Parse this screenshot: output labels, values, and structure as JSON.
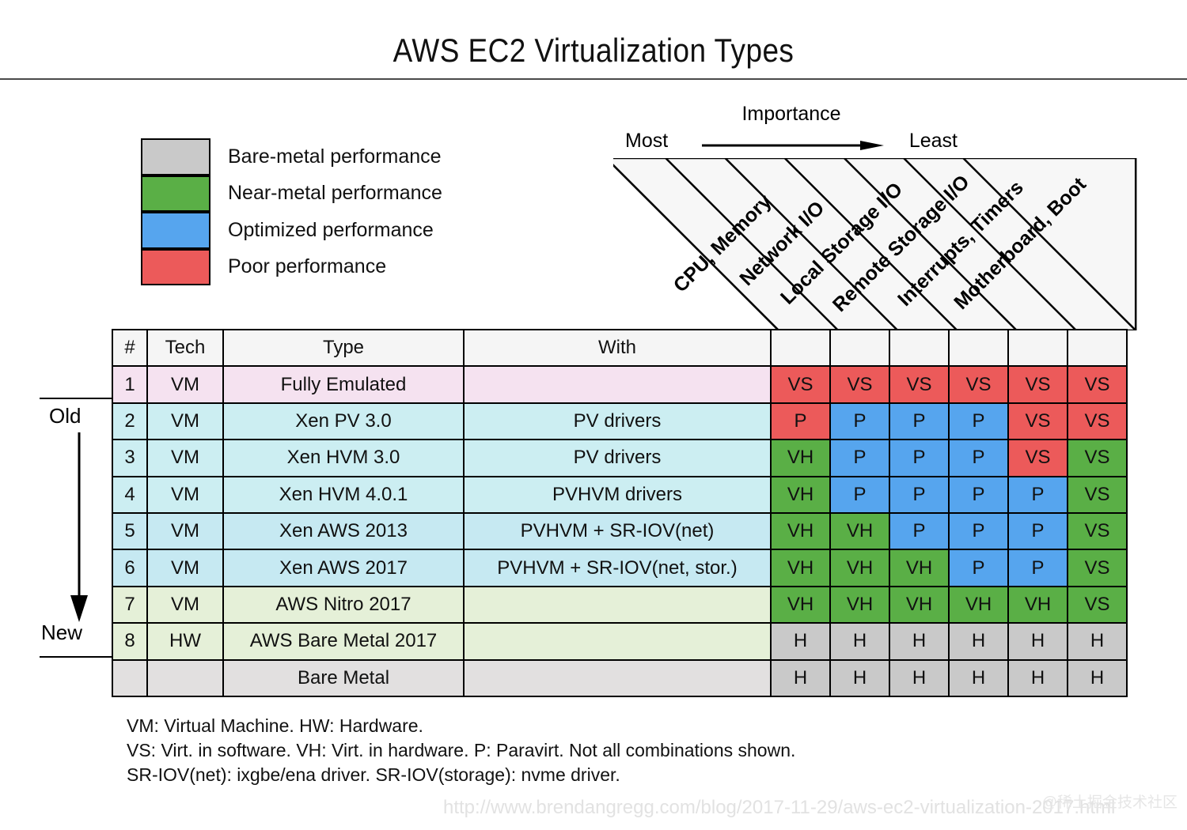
{
  "header": {
    "title": "AWS EC2 Virtualization Types"
  },
  "legend": {
    "items": [
      {
        "color": "#c9c9c9",
        "label": "Bare-metal performance"
      },
      {
        "color": "#5aaf46",
        "label": "Near-metal performance"
      },
      {
        "color": "#56a5ee",
        "label": "Optimized performance"
      },
      {
        "color": "#ec5a5a",
        "label": "Poor performance"
      }
    ]
  },
  "importance": {
    "title": "Importance",
    "most": "Most",
    "least": "Least"
  },
  "age_axis": {
    "old": "Old",
    "new": "New"
  },
  "table": {
    "headers": [
      "#",
      "Tech",
      "Type",
      "With"
    ],
    "diagonal_headers": [
      "CPU, Memory",
      "Network I/O",
      "Local Storage I/O",
      "Remote Storage I/O",
      "Interrupts, Timers",
      "Motherboard, Boot"
    ],
    "rows": [
      {
        "num": "1",
        "tech": "VM",
        "type": "Fully Emulated",
        "with": "",
        "tint": "tint-pink",
        "cells": [
          {
            "text": "VS",
            "color": "g-red"
          },
          {
            "text": "VS",
            "color": "g-red"
          },
          {
            "text": "VS",
            "color": "g-red"
          },
          {
            "text": "VS",
            "color": "g-red"
          },
          {
            "text": "VS",
            "color": "g-red"
          },
          {
            "text": "VS",
            "color": "g-red"
          }
        ]
      },
      {
        "num": "2",
        "tech": "VM",
        "type": "Xen PV 3.0",
        "with": "PV drivers",
        "tint": "tint-cyan",
        "cells": [
          {
            "text": "P",
            "color": "g-red"
          },
          {
            "text": "P",
            "color": "g-blue"
          },
          {
            "text": "P",
            "color": "g-blue"
          },
          {
            "text": "P",
            "color": "g-blue"
          },
          {
            "text": "VS",
            "color": "g-red"
          },
          {
            "text": "VS",
            "color": "g-red"
          }
        ]
      },
      {
        "num": "3",
        "tech": "VM",
        "type": "Xen HVM 3.0",
        "with": "PV drivers",
        "tint": "tint-cyan",
        "cells": [
          {
            "text": "VH",
            "color": "g-green"
          },
          {
            "text": "P",
            "color": "g-blue"
          },
          {
            "text": "P",
            "color": "g-blue"
          },
          {
            "text": "P",
            "color": "g-blue"
          },
          {
            "text": "VS",
            "color": "g-red"
          },
          {
            "text": "VS",
            "color": "g-green"
          }
        ]
      },
      {
        "num": "4",
        "tech": "VM",
        "type": "Xen HVM 4.0.1",
        "with": "PVHVM drivers",
        "tint": "tint-cyan",
        "cells": [
          {
            "text": "VH",
            "color": "g-green"
          },
          {
            "text": "P",
            "color": "g-blue"
          },
          {
            "text": "P",
            "color": "g-blue"
          },
          {
            "text": "P",
            "color": "g-blue"
          },
          {
            "text": "P",
            "color": "g-blue"
          },
          {
            "text": "VS",
            "color": "g-green"
          }
        ]
      },
      {
        "num": "5",
        "tech": "VM",
        "type": "Xen AWS 2013",
        "with": "PVHVM + SR-IOV(net)",
        "tint": "tint-cyan2",
        "cells": [
          {
            "text": "VH",
            "color": "g-green"
          },
          {
            "text": "VH",
            "color": "g-green"
          },
          {
            "text": "P",
            "color": "g-blue"
          },
          {
            "text": "P",
            "color": "g-blue"
          },
          {
            "text": "P",
            "color": "g-blue"
          },
          {
            "text": "VS",
            "color": "g-green"
          }
        ]
      },
      {
        "num": "6",
        "tech": "VM",
        "type": "Xen AWS 2017",
        "with": "PVHVM + SR-IOV(net, stor.)",
        "tint": "tint-cyan2",
        "cells": [
          {
            "text": "VH",
            "color": "g-green"
          },
          {
            "text": "VH",
            "color": "g-green"
          },
          {
            "text": "VH",
            "color": "g-green"
          },
          {
            "text": "P",
            "color": "g-blue"
          },
          {
            "text": "P",
            "color": "g-blue"
          },
          {
            "text": "VS",
            "color": "g-green"
          }
        ]
      },
      {
        "num": "7",
        "tech": "VM",
        "type": "AWS Nitro 2017",
        "with": "",
        "tint": "tint-green",
        "cells": [
          {
            "text": "VH",
            "color": "g-green"
          },
          {
            "text": "VH",
            "color": "g-green"
          },
          {
            "text": "VH",
            "color": "g-green"
          },
          {
            "text": "VH",
            "color": "g-green"
          },
          {
            "text": "VH",
            "color": "g-green"
          },
          {
            "text": "VS",
            "color": "g-green"
          }
        ]
      },
      {
        "num": "8",
        "tech": "HW",
        "type": "AWS Bare Metal 2017",
        "with": "",
        "tint": "tint-green",
        "cells": [
          {
            "text": "H",
            "color": "g-grey"
          },
          {
            "text": "H",
            "color": "g-grey"
          },
          {
            "text": "H",
            "color": "g-grey"
          },
          {
            "text": "H",
            "color": "g-grey"
          },
          {
            "text": "H",
            "color": "g-grey"
          },
          {
            "text": "H",
            "color": "g-grey"
          }
        ]
      },
      {
        "num": "",
        "tech": "",
        "type": "Bare Metal",
        "with": "",
        "tint": "tint-grey",
        "cells": [
          {
            "text": "H",
            "color": "g-grey"
          },
          {
            "text": "H",
            "color": "g-grey"
          },
          {
            "text": "H",
            "color": "g-grey"
          },
          {
            "text": "H",
            "color": "g-grey"
          },
          {
            "text": "H",
            "color": "g-grey"
          },
          {
            "text": "H",
            "color": "g-grey"
          }
        ]
      }
    ]
  },
  "footnotes": [
    "VM: Virtual Machine. HW: Hardware.",
    "VS: Virt. in software. VH: Virt. in hardware. P: Paravirt. Not all combinations shown.",
    "SR-IOV(net): ixgbe/ena driver. SR-IOV(storage): nvme driver."
  ],
  "source_url": "http://www.brendangregg.com/blog/2017-11-29/aws-ec2-virtualization-2017.html",
  "watermark": "@稀土掘金技术社区"
}
